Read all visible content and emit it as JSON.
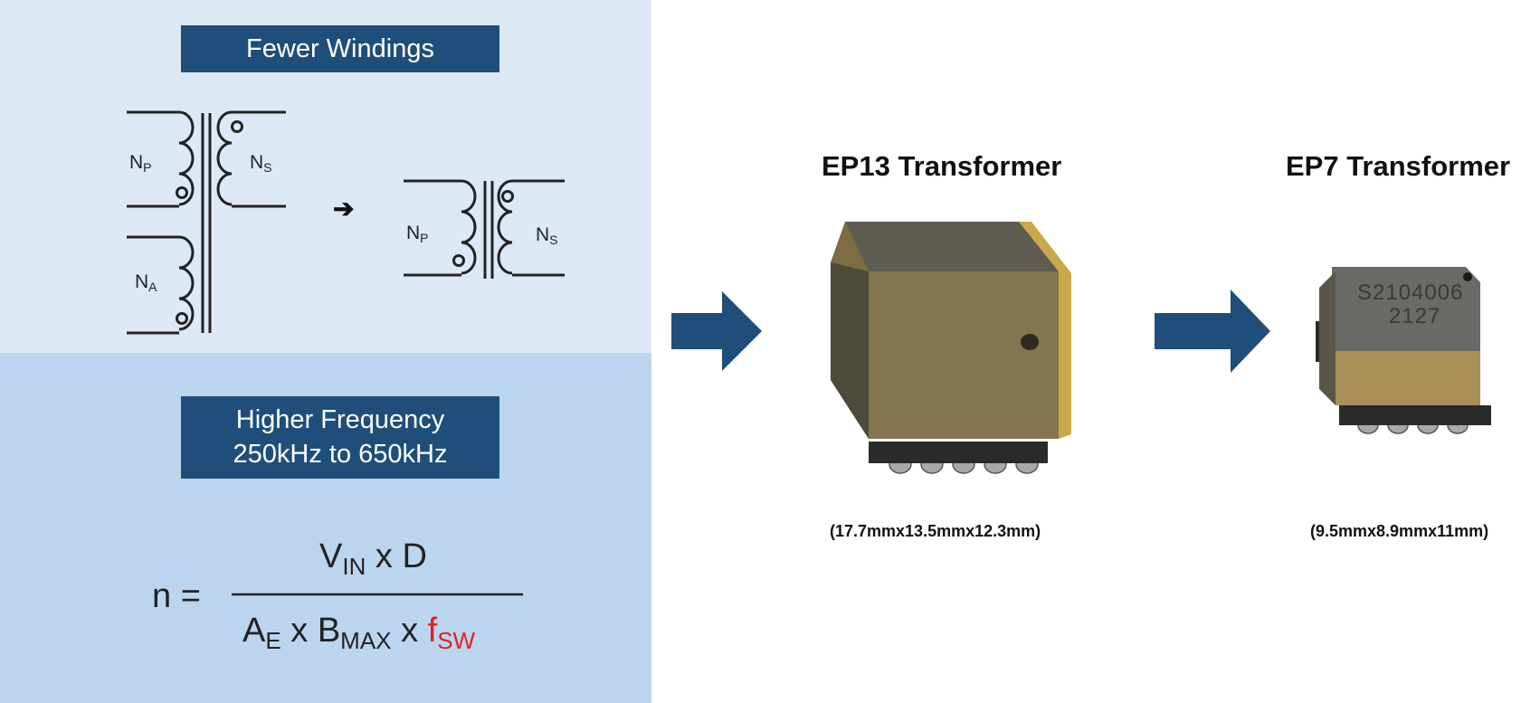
{
  "left_panel": {
    "banner_top": "Fewer Windings",
    "banner_bottom_line1": "Higher Frequency",
    "banner_bottom_line2": "250kHz to 650kHz",
    "colors": {
      "banner": "#1f4e7a",
      "top_bg": "#dde8f5",
      "bottom_bg": "#bcd5ef",
      "highlight": "#e02020"
    }
  },
  "schematic_before": {
    "primary": {
      "base": "N",
      "sub": "P"
    },
    "secondary": {
      "base": "N",
      "sub": "S"
    },
    "auxiliary": {
      "base": "N",
      "sub": "A"
    }
  },
  "schematic_after": {
    "primary": {
      "base": "N",
      "sub": "P"
    },
    "secondary": {
      "base": "N",
      "sub": "S"
    }
  },
  "arrow_symbol": "➔",
  "formula": {
    "lhs": "n =",
    "num_v": "V",
    "num_v_sub": "IN",
    "num_rest": " x D",
    "den_a": "A",
    "den_a_sub": "E",
    "den_x1": " x B",
    "den_b_sub": "MAX",
    "den_x2": " x ",
    "den_f": "f",
    "den_f_sub": "SW"
  },
  "products": [
    {
      "title": "EP13 Transformer",
      "dimensions": "(17.7mmx13.5mmx12.3mm)"
    },
    {
      "title": "EP7 Transformer",
      "dimensions": "(9.5mmx8.9mmx11mm)",
      "marking_line1": "S2104006",
      "marking_line2": "2127"
    }
  ]
}
